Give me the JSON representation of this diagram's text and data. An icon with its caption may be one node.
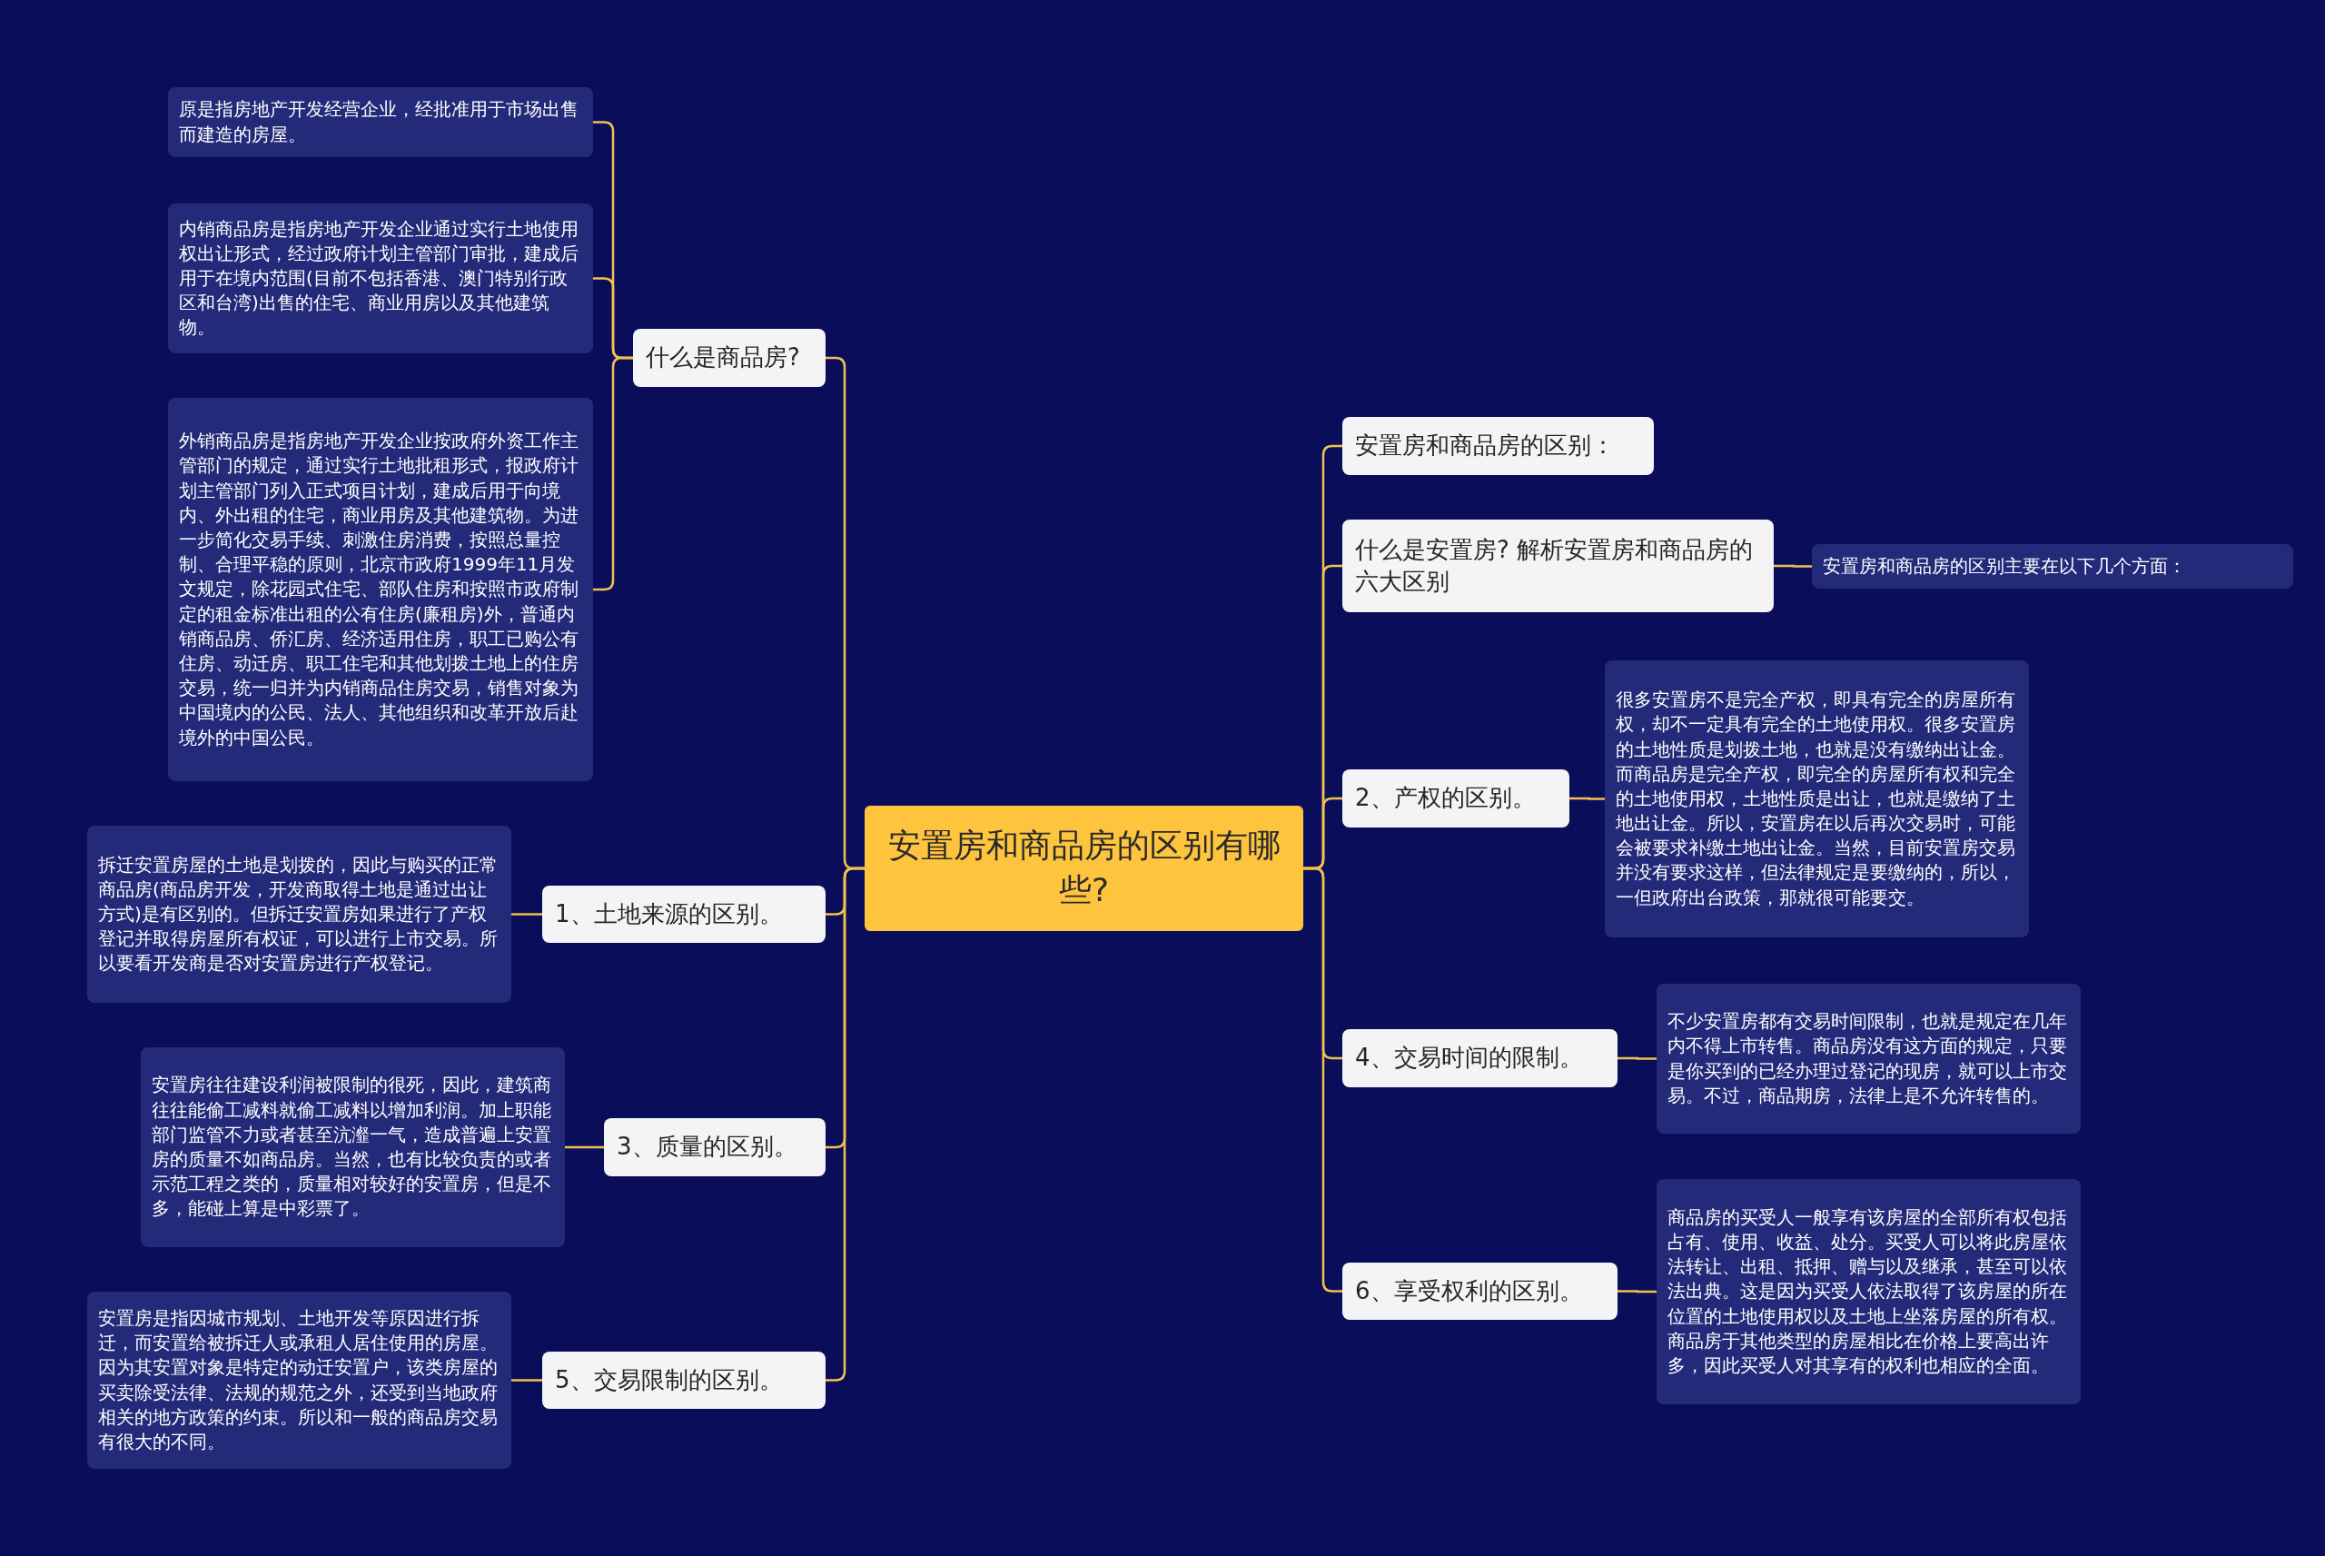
{
  "diagram": {
    "nodes": [
      {
        "text": [
          "安置房和商品房的区别有哪些?"
        ]
      },
      {
        "text": [
          "什么是商品房?"
        ]
      },
      {
        "text": [
          "原是指房地产开发经营企业，经批准用于市场出售而建造的房屋。"
        ]
      },
      {
        "text": [
          "内销商品房是指房地产开发企业通过实行土地使用权出让形式，经过政府计划主管部门审批，建成后用于在境内范围(目前不包括香港、澳门特别行政区和台湾)出售的住宅、商业用房以及其他建筑物。"
        ]
      },
      {
        "text": [
          "外销商品房是指房地产开发企业按政府外资工作主管部门的规定，通过实行土地批租形式，报政府计划主管部门列入正式项目计划，建成后用于向境内、外出租的住宅，商业用房及其他建筑物。为进一步简化交易手续、刺激住房消费，按照总量控制、合理平稳的原则，北京市政府1999年11月发文规定，除花园式住宅、部队住房和按照市政府制定的租金标准出租的公有住房(廉租房)外，普通内销商品房、侨汇房、经济适用住房，职工已购公有住房、动迁房、职工住宅和其他划拨土地上的住房交易，统一归并为内销商品住房交易，销售对象为中国境内的公民、法人、其他组织和改革开放后赴境外的中国公民。"
        ]
      },
      {
        "text": [
          "1、土地来源的区别。"
        ]
      },
      {
        "text": [
          "拆迁安置房屋的土地是划拨的，因此与购买的正常商品房(商品房开发，开发商取得土地是通过出让方式)是有区别的。但拆迁安置房如果进行了产权登记并取得房屋所有权证，可以进行上市交易。所以要看开发商是否对安置房进行产权登记。"
        ]
      },
      {
        "text": [
          "3、质量的区别。"
        ]
      },
      {
        "text": [
          "安置房往往建设利润被限制的很死，因此，建筑商往往能偷工减料就偷工减料以增加利润。加上职能部门监管不力或者甚至沆瀣一气，造成普遍上安置房的质量不如商品房。当然，也有比较负责的或者示范工程之类的，质量相对较好的安置房，但是不多，能碰上算是中彩票了。"
        ]
      },
      {
        "text": [
          "5、交易限制的区别。"
        ]
      },
      {
        "text": [
          "安置房是指因城市规划、土地开发等原因进行拆迁，而安置给被拆迁人或承租人居住使用的房屋。因为其安置对象是特定的动迁安置户，该类房屋的买卖除受法律、法规的规范之外，还受到当地政府相关的地方政策的约束。所以和一般的商品房交易有很大的不同。"
        ]
      },
      {
        "text": [
          "安置房和商品房的区别："
        ]
      },
      {
        "text": [
          "什么是安置房? 解析安置房和商品房的六大区别"
        ]
      },
      {
        "text": [
          "安置房和商品房的区别主要在以下几个方面："
        ]
      },
      {
        "text": [
          "2、产权的区别。"
        ]
      },
      {
        "text": [
          "很多安置房不是完全产权，即具有完全的房屋所有权，却不一定具有完全的土地使用权。很多安置房的土地性质是划拨土地，也就是没有缴纳出让金。而商品房是完全产权，即完全的房屋所有权和完全的土地使用权，土地性质是出让，也就是缴纳了土地出让金。所以，安置房在以后再次交易时，可能会被要求补缴土地出让金。当然，目前安置房交易并没有要求这样，但法律规定是要缴纳的，所以，一但政府出台政策，那就很可能要交。"
        ]
      },
      {
        "text": [
          "4、交易时间的限制。"
        ]
      },
      {
        "text": [
          "不少安置房都有交易时间限制，也就是规定在几年内不得上市转售。商品房没有这方面的规定，只要是你买到的已经办理过登记的现房，就可以上市交易。不过，商品期房，法律上是不允许转售的。"
        ]
      },
      {
        "text": [
          "6、享受权利的区别。"
        ]
      },
      {
        "text": [
          "商品房的买受人一般享有该房屋的全部所有权包括占有、使用、收益、处分。买受人可以将此房屋依法转让、出租、抵押、赠与以及继承，甚至可以依法出典。这是因为买受人依法取得了该房屋的所在位置的土地使用权以及土地上坐落房屋的所有权。商品房于其他类型的房屋相比在价格上要高出许多，因此买受人对其享有的权利也相应的全面。"
        ]
      }
    ],
    "edges": [
      {
        "from": 0,
        "to": 1,
        "arrow": "none"
      },
      {
        "from": 1,
        "to": 2,
        "arrow": "none"
      },
      {
        "from": 1,
        "to": 3,
        "arrow": "none"
      },
      {
        "from": 1,
        "to": 4,
        "arrow": "none"
      },
      {
        "from": 0,
        "to": 5,
        "arrow": "none"
      },
      {
        "from": 5,
        "to": 6,
        "arrow": "none"
      },
      {
        "from": 0,
        "to": 7,
        "arrow": "none"
      },
      {
        "from": 7,
        "to": 8,
        "arrow": "none"
      },
      {
        "from": 0,
        "to": 9,
        "arrow": "none"
      },
      {
        "from": 9,
        "to": 10,
        "arrow": "none"
      },
      {
        "from": 0,
        "to": 11,
        "arrow": "none"
      },
      {
        "from": 0,
        "to": 12,
        "arrow": "none"
      },
      {
        "from": 12,
        "to": 13,
        "arrow": "none"
      },
      {
        "from": 0,
        "to": 14,
        "arrow": "none"
      },
      {
        "from": 14,
        "to": 15,
        "arrow": "none"
      },
      {
        "from": 0,
        "to": 16,
        "arrow": "none"
      },
      {
        "from": 16,
        "to": 17,
        "arrow": "none"
      },
      {
        "from": 0,
        "to": 18,
        "arrow": "none"
      },
      {
        "from": 18,
        "to": 19,
        "arrow": "none"
      }
    ]
  }
}
